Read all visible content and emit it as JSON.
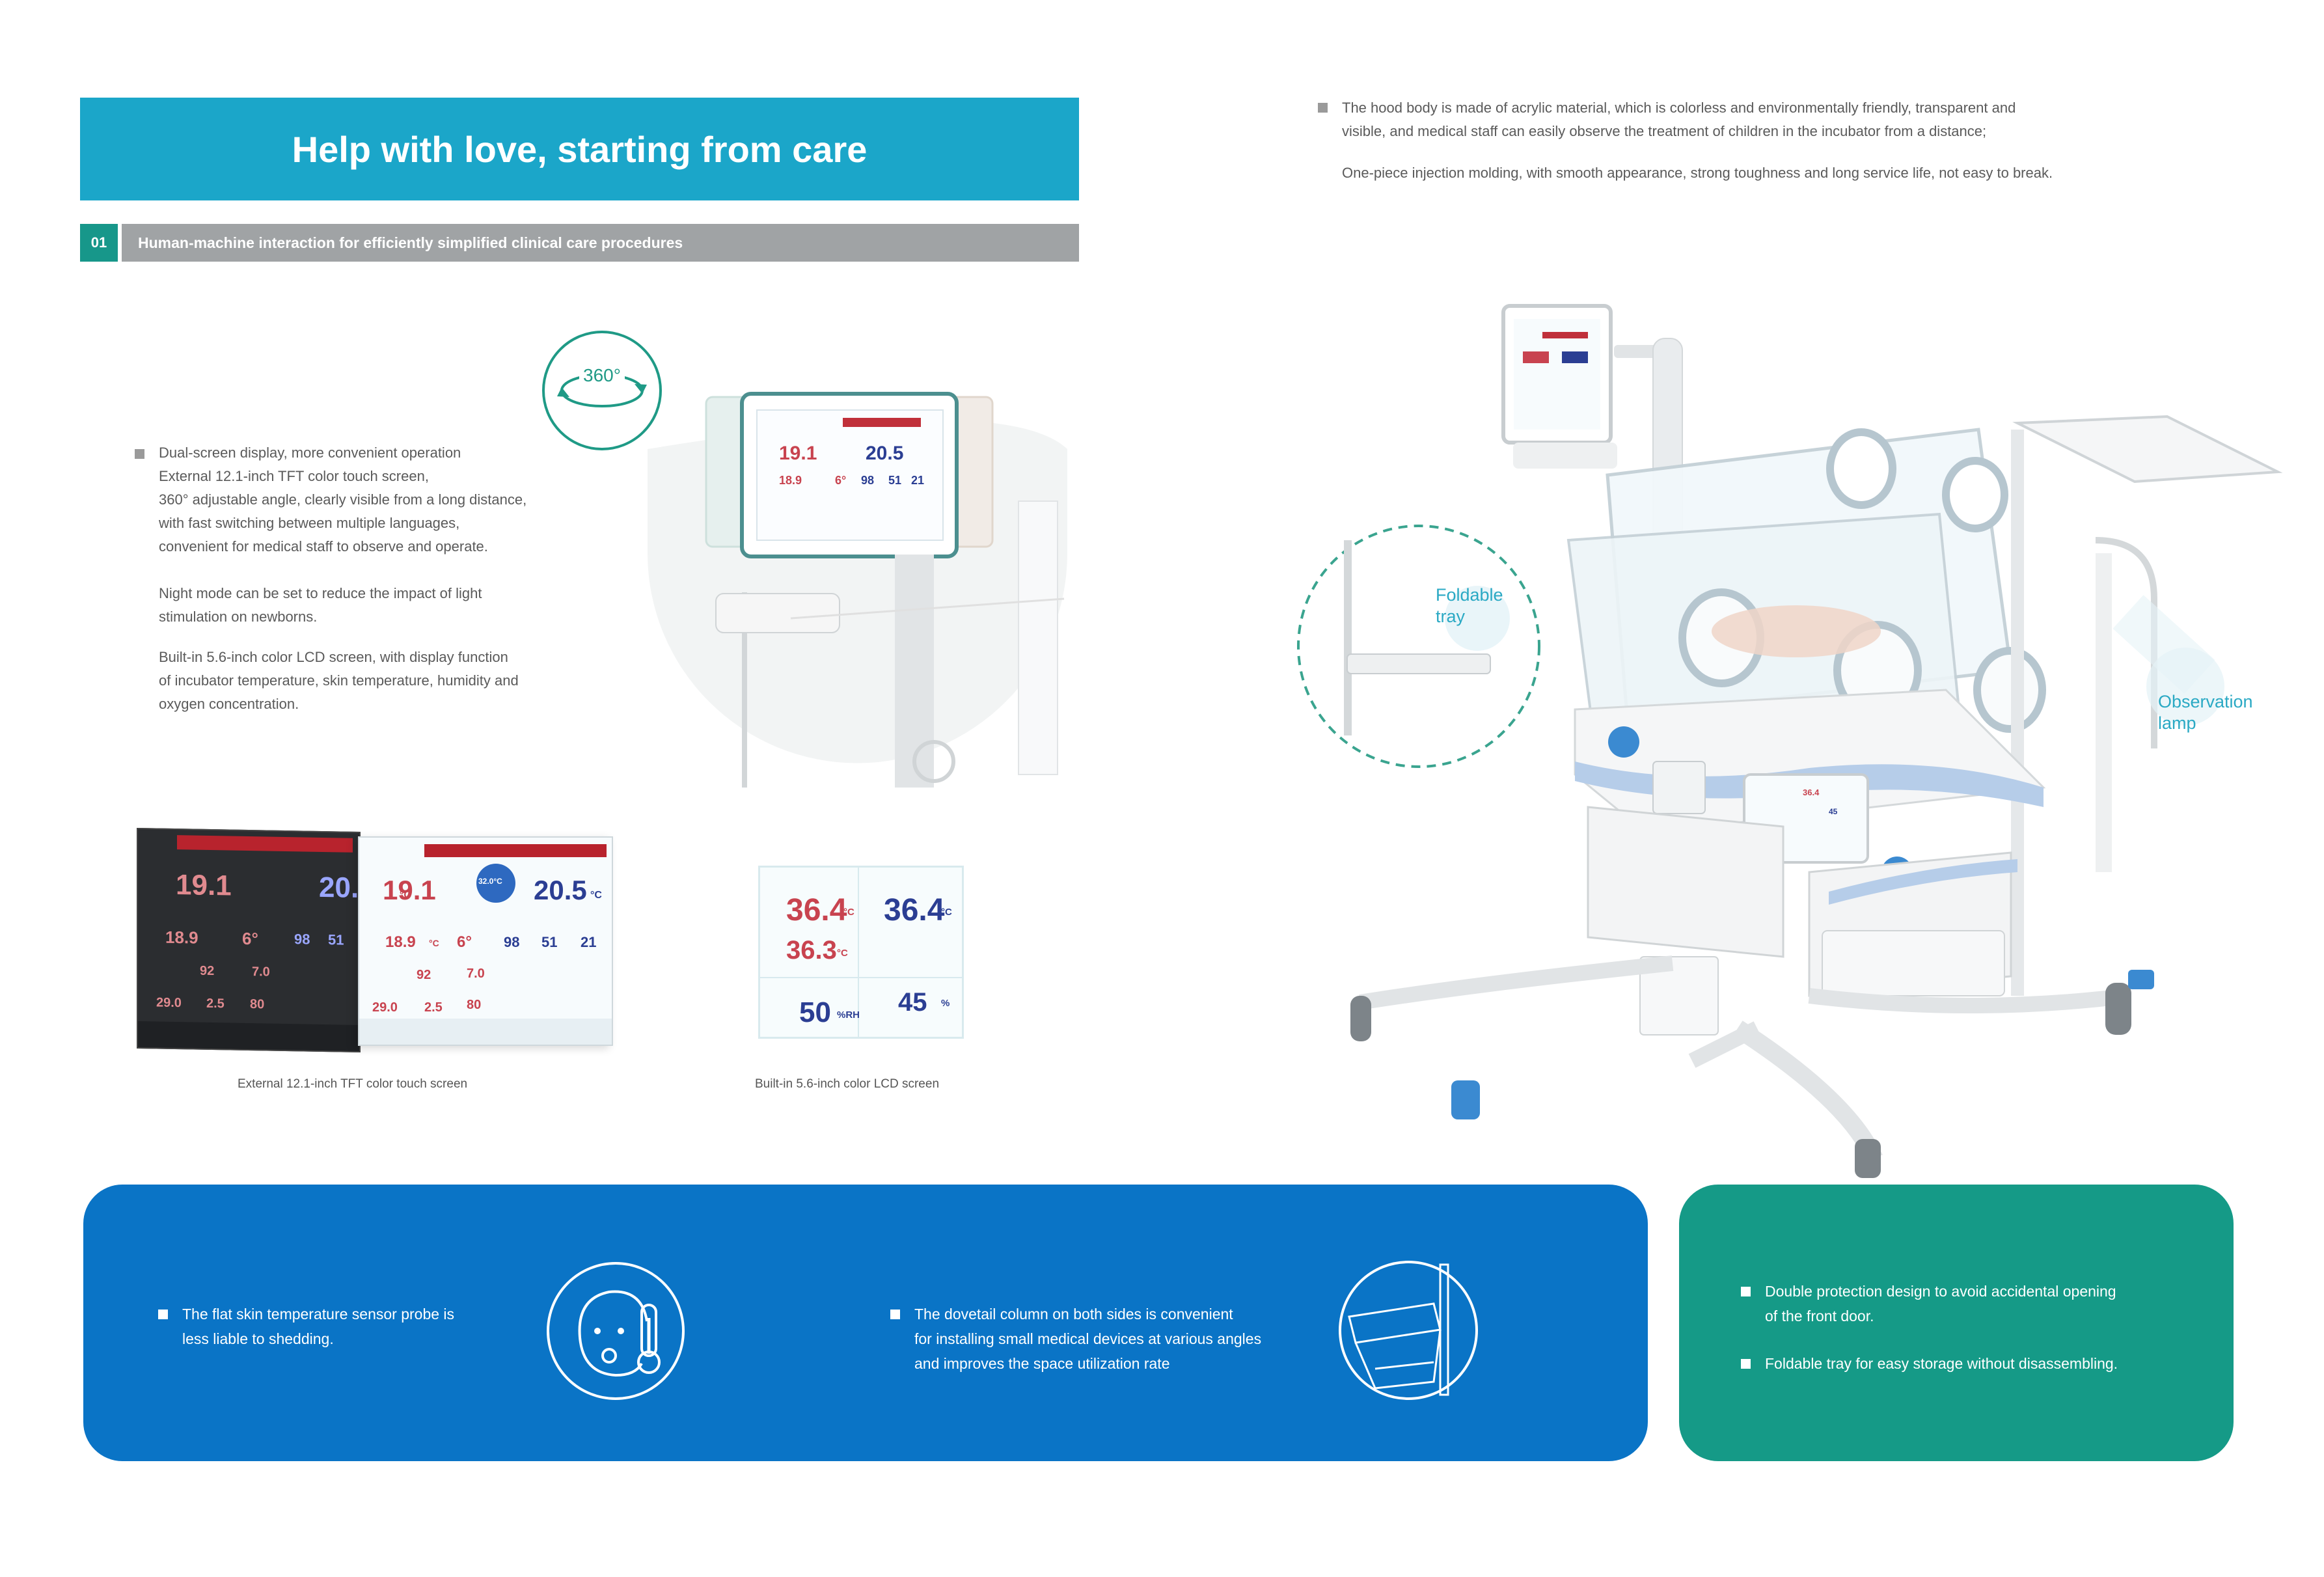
{
  "header": {
    "title": "Help with love, starting from care",
    "section_number": "01",
    "section_title": "Human-machine interaction for efficiently simplified clinical care procedures"
  },
  "left_features": {
    "block1": [
      "Dual-screen display, more convenient operation",
      "External 12.1-inch TFT color touch screen,",
      "360° adjustable angle, clearly visible from a long distance,",
      "with fast switching between multiple languages,",
      "convenient for medical staff to observe and operate."
    ],
    "block2": [
      "Night mode can be set to reduce the impact of light",
      "stimulation on newborns."
    ],
    "block3": [
      "Built-in 5.6-inch color LCD screen, with display function",
      "of incubator temperature, skin temperature, humidity and",
      "oxygen concentration."
    ]
  },
  "rotation_badge": "360°",
  "captions": {
    "external_screen": "External 12.1-inch TFT color touch screen",
    "builtin_screen": "Built-in 5.6-inch color LCD screen"
  },
  "external_screen": {
    "temp_main": "19.1",
    "temp_main_unit": "°C",
    "temp_right": "20.5",
    "temp_right_unit": "°C",
    "temp_second": "18.9",
    "temp_second_unit": "°C",
    "bed_angle": "6°",
    "val_98": "98",
    "val_51": "51",
    "val_21": "21",
    "val_92": "92",
    "val_70": "7.0",
    "val_290": "29.0",
    "val_25": "2.5",
    "val_80": "80",
    "badge_temp": "32.0°C",
    "dark_partial": "20.",
    "dark_partial2": "51"
  },
  "builtin_screen": {
    "t1": "36.4",
    "t1_unit": "°C",
    "t2": "36.4",
    "t2_unit": "°C",
    "t3": "36.3",
    "t3_unit": "°C",
    "humidity": "50",
    "humidity_unit": "%RH",
    "oxygen": "45",
    "oxygen_unit": "%"
  },
  "right_text": {
    "line1": "The hood body is made of acrylic material, which is colorless and environmentally friendly, transparent and",
    "line2": "visible, and medical staff can easily observe the treatment of children in the incubator from a distance;",
    "line3": "One-piece injection molding, with smooth appearance, strong toughness and long service life, not easy to break."
  },
  "callouts": {
    "tray_line1": "Foldable",
    "tray_line2": "tray",
    "lamp_line1": "Observation",
    "lamp_line2": "lamp"
  },
  "bottom": {
    "blue1_line1": "The flat skin temperature sensor probe is",
    "blue1_line2": "less liable to shedding.",
    "blue2_line1": "The dovetail column on both sides is convenient",
    "blue2_line2": "for installing small medical devices at various angles",
    "blue2_line3": "and improves the space utilization rate",
    "green1_line1": "Double protection design to avoid accidental opening",
    "green1_line2": "of the front door.",
    "green2": "Foldable tray for easy storage without disassembling."
  },
  "colors": {
    "title_bar": "#1ba6c9",
    "section_num": "#17978a",
    "section_bar": "#a0a3a5",
    "panel_blue": "#0a74c6",
    "panel_green": "#159a87",
    "callout": "#2aa9c4",
    "temp_red": "#c8434f",
    "temp_blue": "#2b3e93"
  }
}
